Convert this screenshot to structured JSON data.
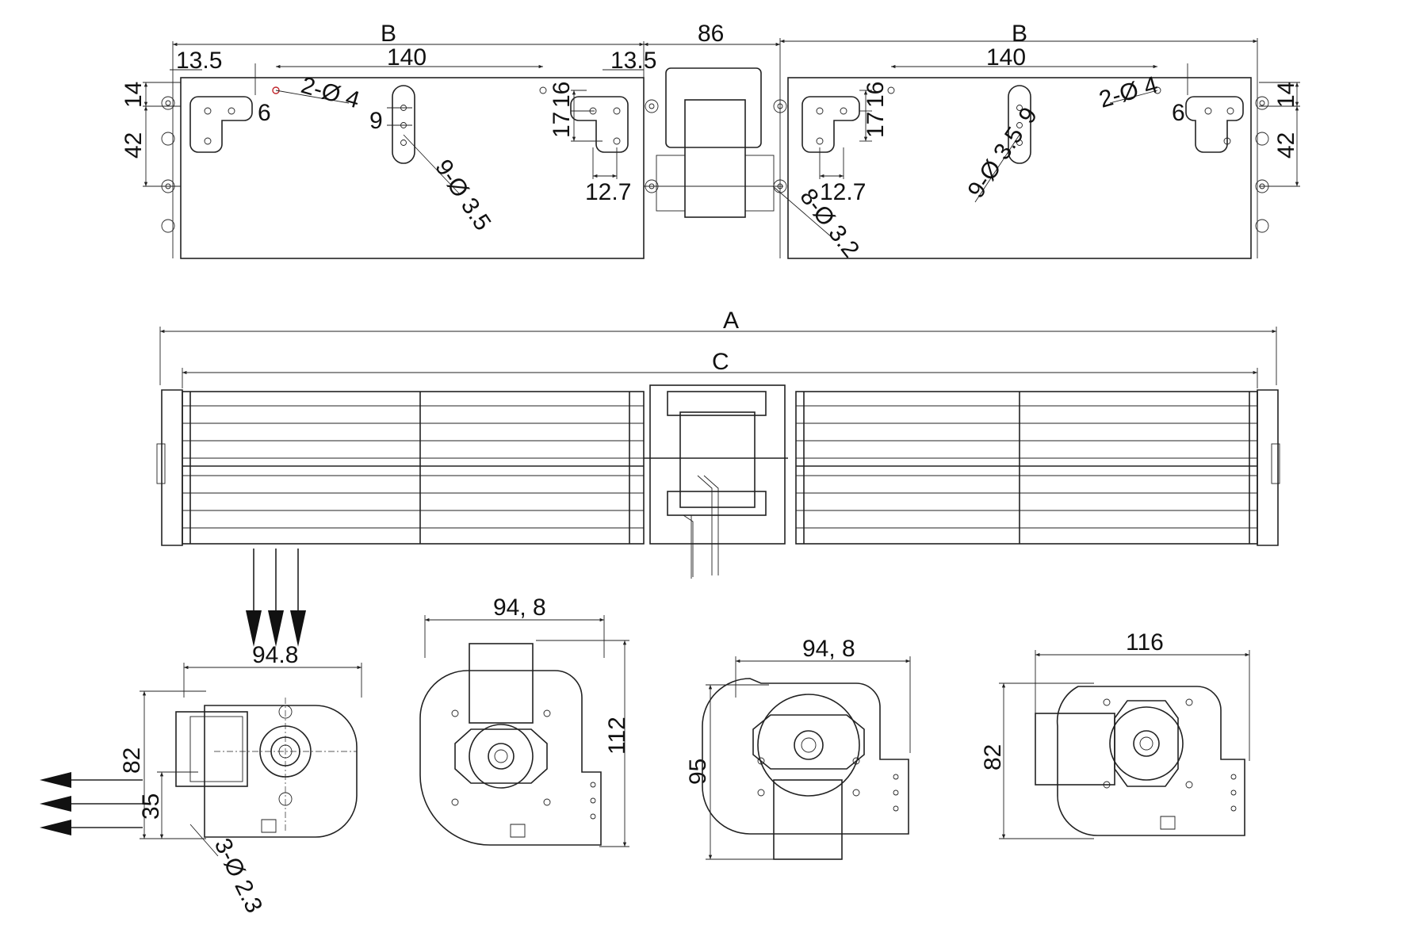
{
  "top_view": {
    "left_half": {
      "b": "B",
      "d_13_5": "13.5",
      "d_140": "140",
      "d_14": "14",
      "d_6": "6",
      "d_2phi4": "2-Ø 4",
      "d_42": "42",
      "d_9": "9",
      "d_9phi35": "9-Ø 3.5",
      "d_13_5b": "13.5",
      "d_16": "16",
      "d_17": "17",
      "d_12_7": "12.7"
    },
    "motor": {
      "d_86": "86",
      "d_8phi32": "8-Ø 3.2"
    },
    "right_half": {
      "b": "B",
      "d_140": "140",
      "d_16": "16",
      "d_17": "17",
      "d_12_7": "12.7",
      "d_2phi4": "2-Ø 4",
      "d_6": "6",
      "d_14": "14",
      "d_42": "42",
      "d_9phi35": "9-Ø 3.5",
      "d_9": "9"
    }
  },
  "front_view": {
    "a": "A",
    "c": "C"
  },
  "end_views": [
    {
      "width": "94.8",
      "height": "82",
      "inner": "35",
      "holes": "3-Ø 2.3"
    },
    {
      "width": "94, 8",
      "height": "112"
    },
    {
      "width": "94, 8",
      "height": "95"
    },
    {
      "width": "116",
      "height": "82"
    }
  ],
  "colors": {
    "line": "#222222",
    "marker": "#c0262b"
  }
}
